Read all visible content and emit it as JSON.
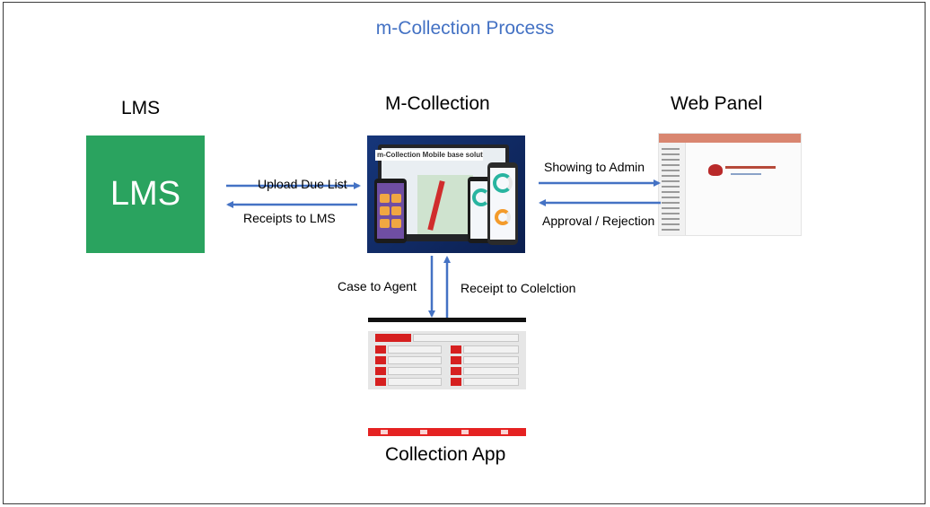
{
  "title": "m-Collection Process",
  "nodes": {
    "lms": {
      "heading": "LMS",
      "box_text": "LMS",
      "box_color": "#2aa35f"
    },
    "m_collection": {
      "heading": "M-Collection",
      "screenshot_text": "m-Collection Mobile base solution"
    },
    "web_panel": {
      "heading": "Web Panel"
    },
    "collection_app": {
      "heading": "Collection App"
    }
  },
  "edges": {
    "upload_due_list": "Upload Due List",
    "receipts_to_lms": "Receipts to LMS",
    "showing_to_admin": "Showing to Admin",
    "approval_rejection": "Approval / Rejection",
    "case_to_agent": "Case to Agent",
    "receipt_to_collection": "Receipt to Colelction"
  },
  "colors": {
    "title": "#4472c4",
    "arrow": "#4472c4",
    "frame": "#3b3b3b"
  }
}
